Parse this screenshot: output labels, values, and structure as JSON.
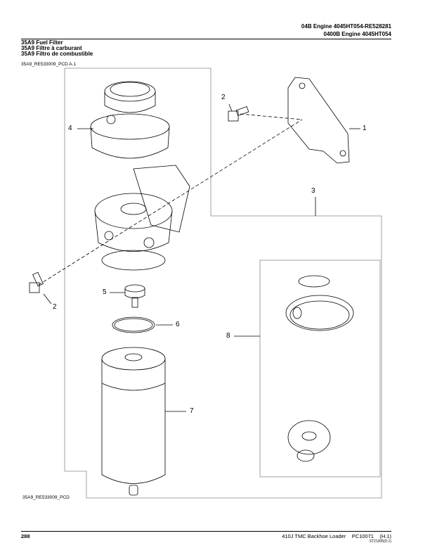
{
  "header": {
    "line1": "04B Engine 4045HT054-RE528281",
    "line2": "0400B Engine 4045HT054"
  },
  "section": {
    "title_en": "35A9 Fuel Filter",
    "title_fr": "35A9 Filtre à carburant",
    "title_es": "35A9 Filtro de combustible",
    "figure_ref_top": "35A9_RE533009_PCD A.1",
    "figure_ref_bottom": "35A9_RE533009_PCD"
  },
  "callouts": [
    "1",
    "2",
    "2",
    "3",
    "4",
    "5",
    "6",
    "7",
    "8"
  ],
  "footer": {
    "page_number": "288",
    "book": "410J TMC Backhoe Loader",
    "catalog": "PC10071",
    "revision": "(H.1)",
    "code": "ST21305(D.1)"
  }
}
